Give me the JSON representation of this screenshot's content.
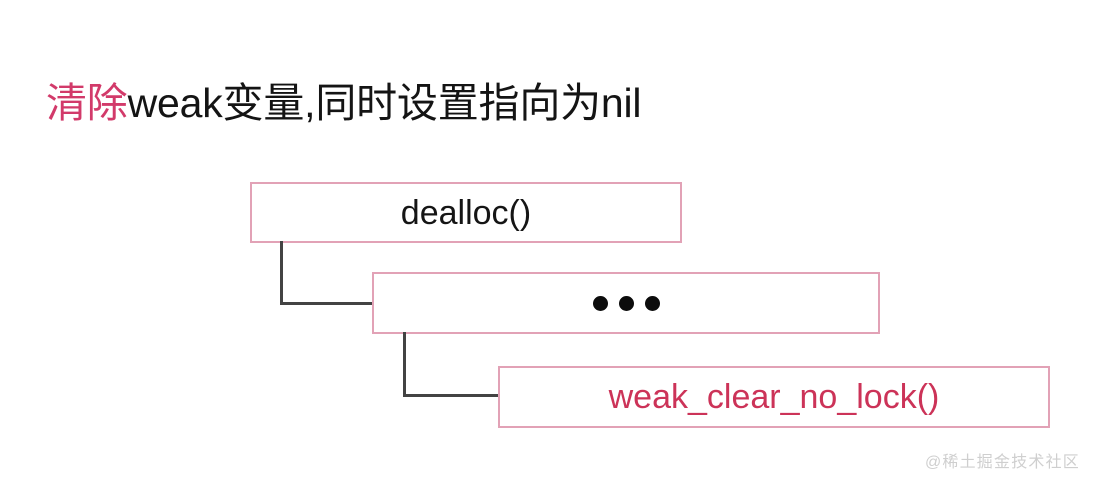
{
  "slide": {
    "background_color": "#ffffff",
    "title": {
      "accent_text": "清除",
      "accent_color": "#d23a6a",
      "plain_text": "weak变量,同时设置指向为nil",
      "plain_color": "#141414"
    },
    "flow": {
      "box_border_color": "#e2a2b6",
      "connector_color": "#434343",
      "boxes": [
        {
          "id": "dealloc",
          "label": "dealloc()",
          "text_color": "#151515",
          "kind": "text"
        },
        {
          "id": "ellipsis",
          "label": "•••",
          "text_color": "#0c0c0c",
          "kind": "dots",
          "dot_count": 3
        },
        {
          "id": "weak-clear-no-lock",
          "label": "weak_clear_no_lock()",
          "text_color": "#cc3358",
          "kind": "text"
        }
      ]
    },
    "watermark": {
      "text": "@稀土掘金技术社区",
      "color": "#cfcfcf"
    }
  }
}
